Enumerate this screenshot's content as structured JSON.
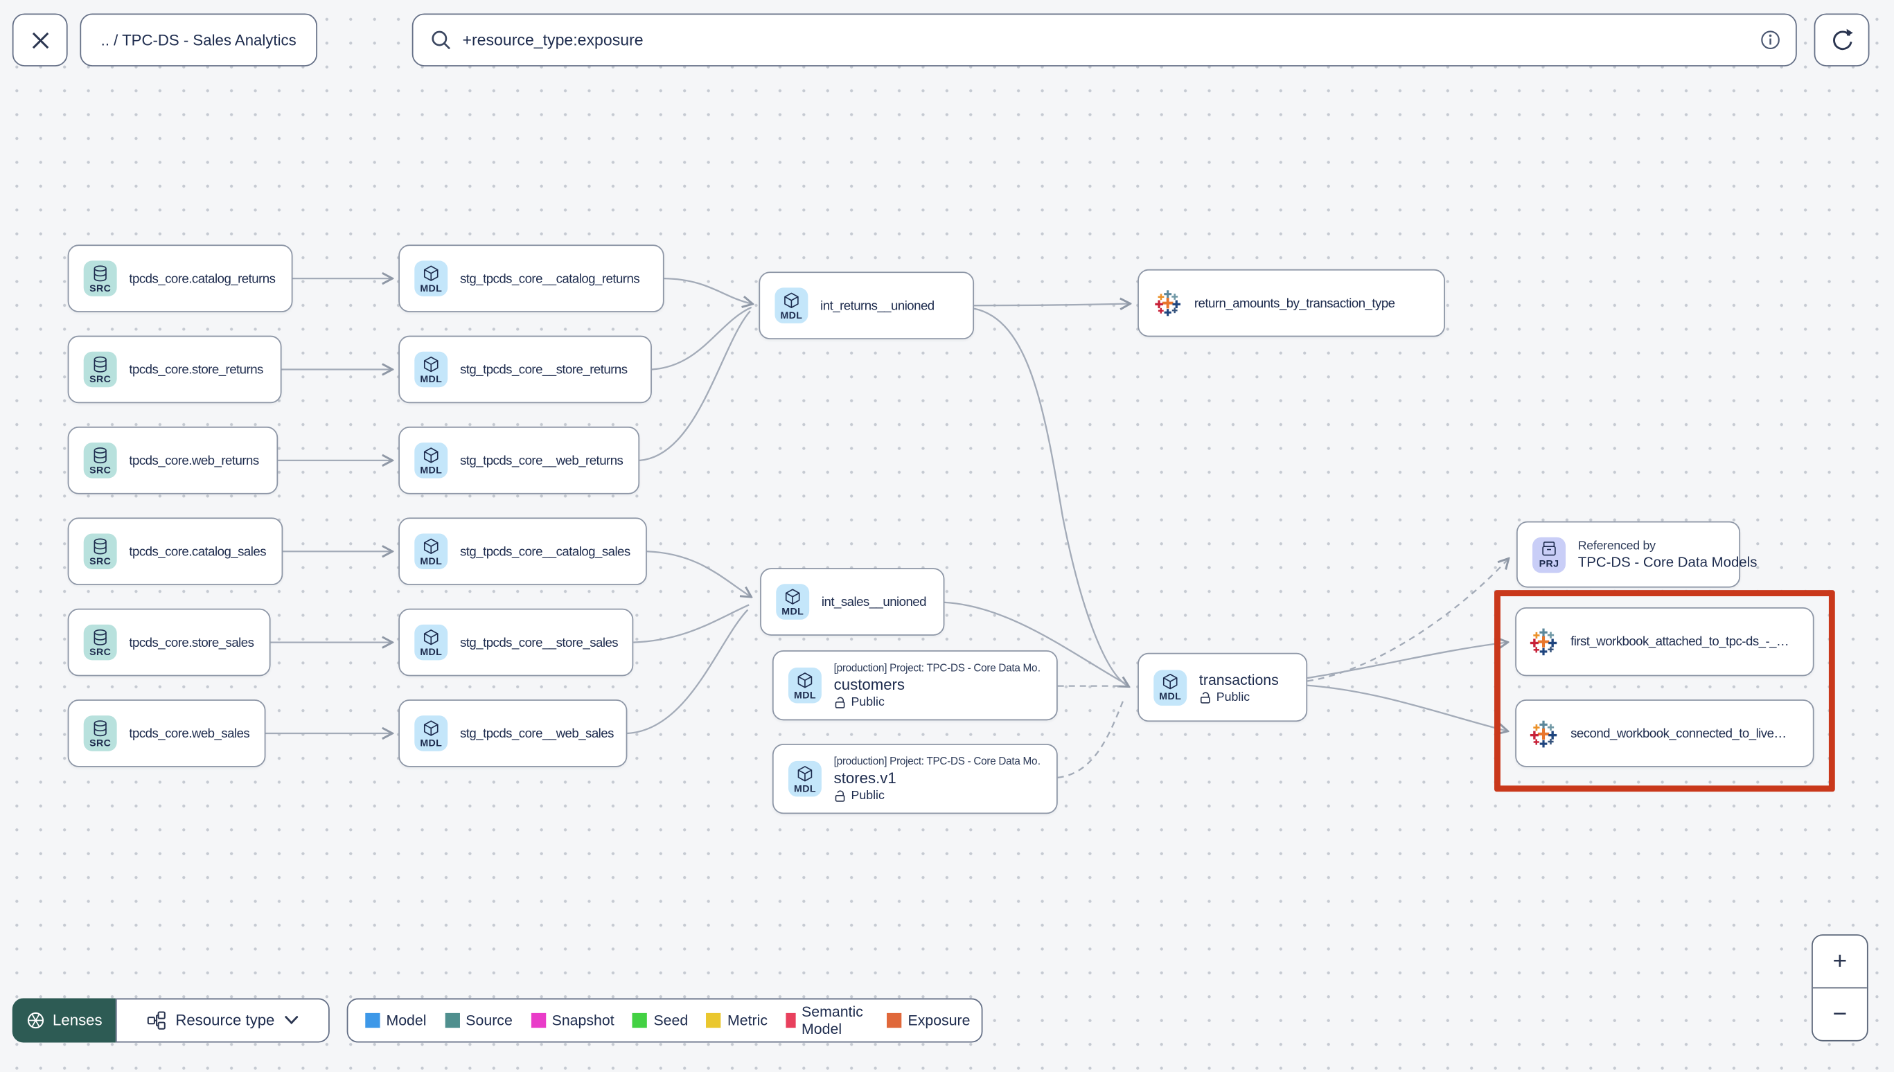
{
  "header": {
    "breadcrumb": ".. / TPC-DS - Sales Analytics",
    "search": {
      "value": "+resource_type:exposure"
    }
  },
  "badges": {
    "source": "SRC",
    "model": "MDL",
    "project": "PRJ"
  },
  "graph": {
    "sources": [
      {
        "label": "tpcds_core.catalog_returns"
      },
      {
        "label": "tpcds_core.store_returns"
      },
      {
        "label": "tpcds_core.web_returns"
      },
      {
        "label": "tpcds_core.catalog_sales"
      },
      {
        "label": "tpcds_core.store_sales"
      },
      {
        "label": "tpcds_core.web_sales"
      }
    ],
    "staging": [
      {
        "label": "stg_tpcds_core__catalog_returns"
      },
      {
        "label": "stg_tpcds_core__store_returns"
      },
      {
        "label": "stg_tpcds_core__web_returns"
      },
      {
        "label": "stg_tpcds_core__catalog_sales"
      },
      {
        "label": "stg_tpcds_core__store_sales"
      },
      {
        "label": "stg_tpcds_core__web_sales"
      }
    ],
    "int_returns": {
      "label": "int_returns__unioned"
    },
    "int_sales": {
      "label": "int_sales__unioned"
    },
    "exposure_returns": {
      "label": "return_amounts_by_transaction_type"
    },
    "customers": {
      "project_line": "[production] Project: TPC-DS - Core Data Mo…",
      "label": "customers",
      "access": "Public"
    },
    "stores": {
      "project_line": "[production] Project: TPC-DS - Core Data Mo…",
      "label": "stores.v1",
      "access": "Public"
    },
    "transactions": {
      "label": "transactions",
      "access": "Public"
    },
    "referenced_by": {
      "title": "Referenced by",
      "label": "TPC-DS - Core Data Models"
    },
    "workbooks": [
      {
        "label": "first_workbook_attached_to_tpc-ds_-_…"
      },
      {
        "label": "second_workbook_connected_to_live…"
      }
    ]
  },
  "footer": {
    "lenses_label": "Lenses",
    "resource_type_label": "Resource type",
    "legend": [
      {
        "label": "Model",
        "color": "#3d98e8"
      },
      {
        "label": "Source",
        "color": "#4f8f8e"
      },
      {
        "label": "Snapshot",
        "color": "#e93cc8"
      },
      {
        "label": "Seed",
        "color": "#43d143"
      },
      {
        "label": "Metric",
        "color": "#eac72e"
      },
      {
        "label": "Semantic Model",
        "color": "#e8405d"
      },
      {
        "label": "Exposure",
        "color": "#e0683a"
      }
    ]
  },
  "zoom_controls": {
    "zoom_in": "+",
    "zoom_out": "−"
  },
  "colors": {
    "highlight_box": "#c9381b",
    "lenses_bg": "#2d5b54",
    "badge_source_bg": "#b8e1dd",
    "badge_model_bg": "#c4e6fa",
    "badge_project_bg": "#c9cef7",
    "edge": "#a3abb8"
  }
}
